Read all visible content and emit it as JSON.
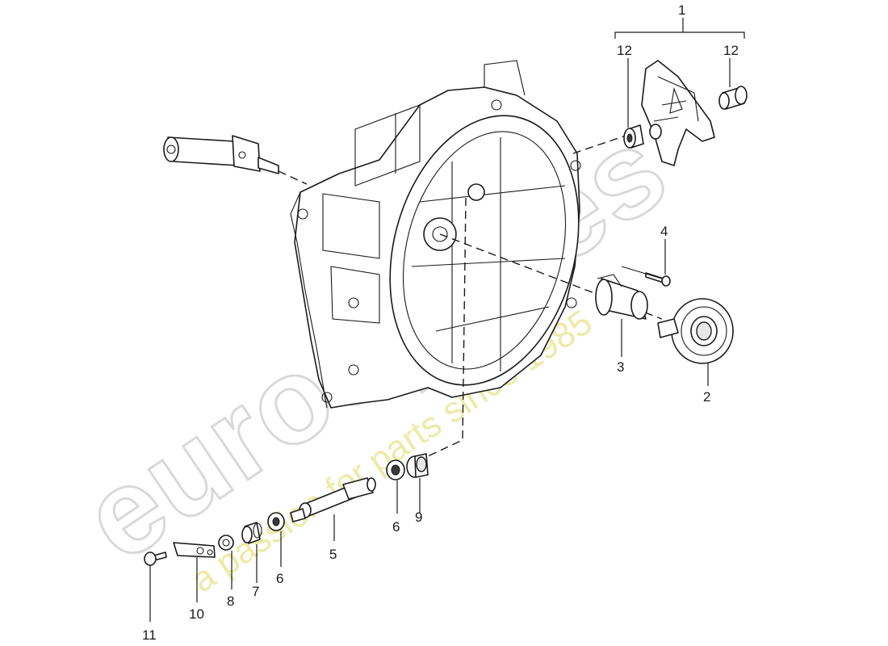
{
  "watermark": {
    "brand": "eurospares",
    "tagline": "a passion for parts since 1985",
    "brand_color": "#d9d9d9",
    "tagline_color": "#ece79a"
  },
  "callouts": {
    "c1": "1",
    "c12a": "12",
    "c12b": "12",
    "c4": "4",
    "c3": "3",
    "c2": "2",
    "c6a": "6",
    "c9": "9",
    "c5": "5",
    "c6b": "6",
    "c7": "7",
    "c8": "8",
    "c10": "10",
    "c11": "11"
  }
}
